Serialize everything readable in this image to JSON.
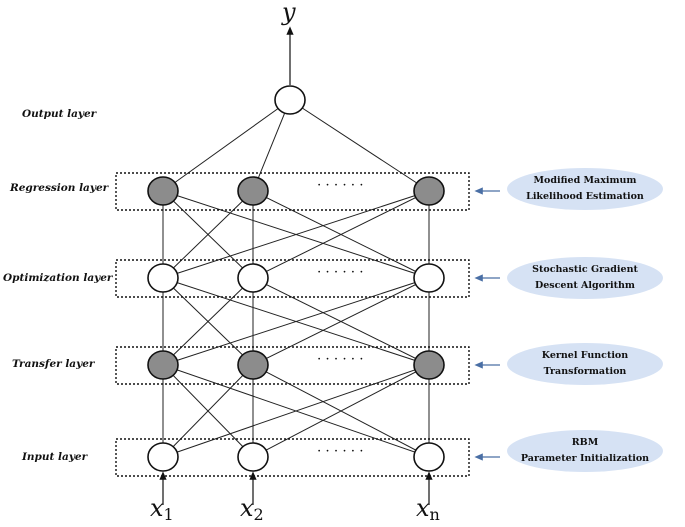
{
  "output": {
    "symbol": "y"
  },
  "inputs": [
    {
      "base": "x",
      "sub": "1"
    },
    {
      "base": "x",
      "sub": "2"
    },
    {
      "base": "x",
      "sub": "n"
    }
  ],
  "ellipsis": "• • • • • •",
  "layers": [
    {
      "id": "output",
      "label": "Output layer",
      "nodes": 1,
      "fill": "white",
      "callout": null
    },
    {
      "id": "regression",
      "label": "Regression  layer",
      "nodes": 3,
      "fill": "gray",
      "callout": {
        "line1": "Modified Maximum",
        "line2": "Likelihood Estimation"
      }
    },
    {
      "id": "optimization",
      "label": "Optimization layer",
      "nodes": 3,
      "fill": "white",
      "callout": {
        "line1": "Stochastic Gradient",
        "line2": "Descent Algorithm"
      }
    },
    {
      "id": "transfer",
      "label": "Transfer layer",
      "nodes": 3,
      "fill": "gray",
      "callout": {
        "line1": "Kernel Function",
        "line2": "Transformation"
      }
    },
    {
      "id": "input",
      "label": "Input layer",
      "nodes": 3,
      "fill": "white",
      "callout": {
        "line1": "RBM",
        "line2": "Parameter Initialization"
      }
    }
  ],
  "colors": {
    "node_gray": "#8c8c8c",
    "node_white": "#ffffff",
    "callout_fill": "#d6e2f4",
    "arrow": "#4a6fa5",
    "line": "#222222"
  }
}
